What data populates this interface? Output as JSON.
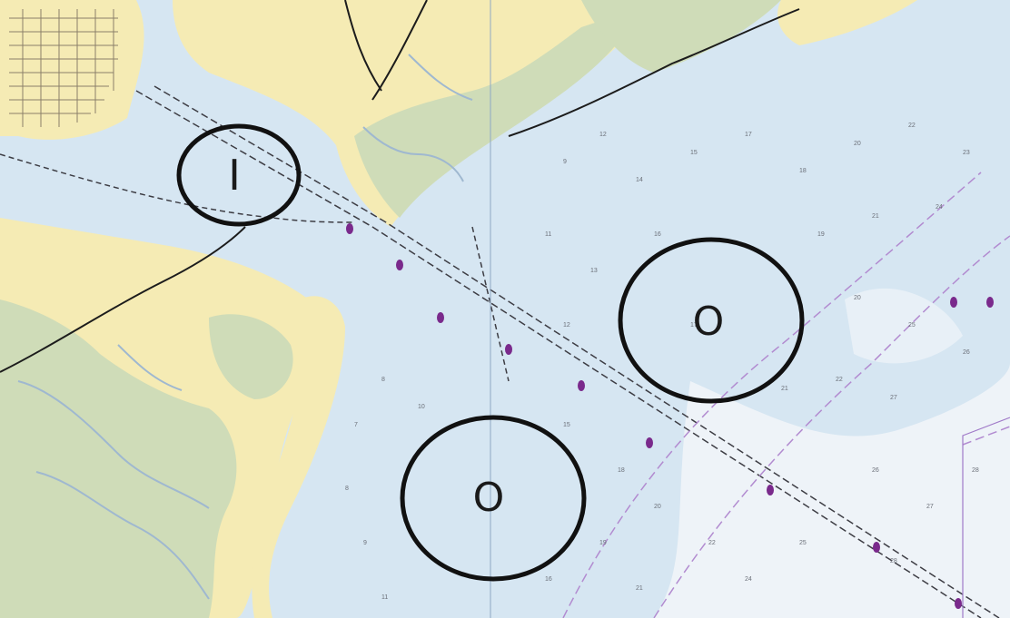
{
  "map": {
    "markers": [
      {
        "id": "marker-i",
        "label": "I"
      },
      {
        "id": "marker-o-east",
        "label": "O"
      },
      {
        "id": "marker-o-south",
        "label": "O"
      }
    ],
    "colors": {
      "water": "#d6e6f2",
      "deep_water": "#e8f0f7",
      "land": "#f5ebb4",
      "marsh": "#cfdcb8",
      "channel": "#3d3d44",
      "buoy": "#7a2a8c",
      "boundary": "#b28bd0",
      "ring": "#111111"
    }
  }
}
